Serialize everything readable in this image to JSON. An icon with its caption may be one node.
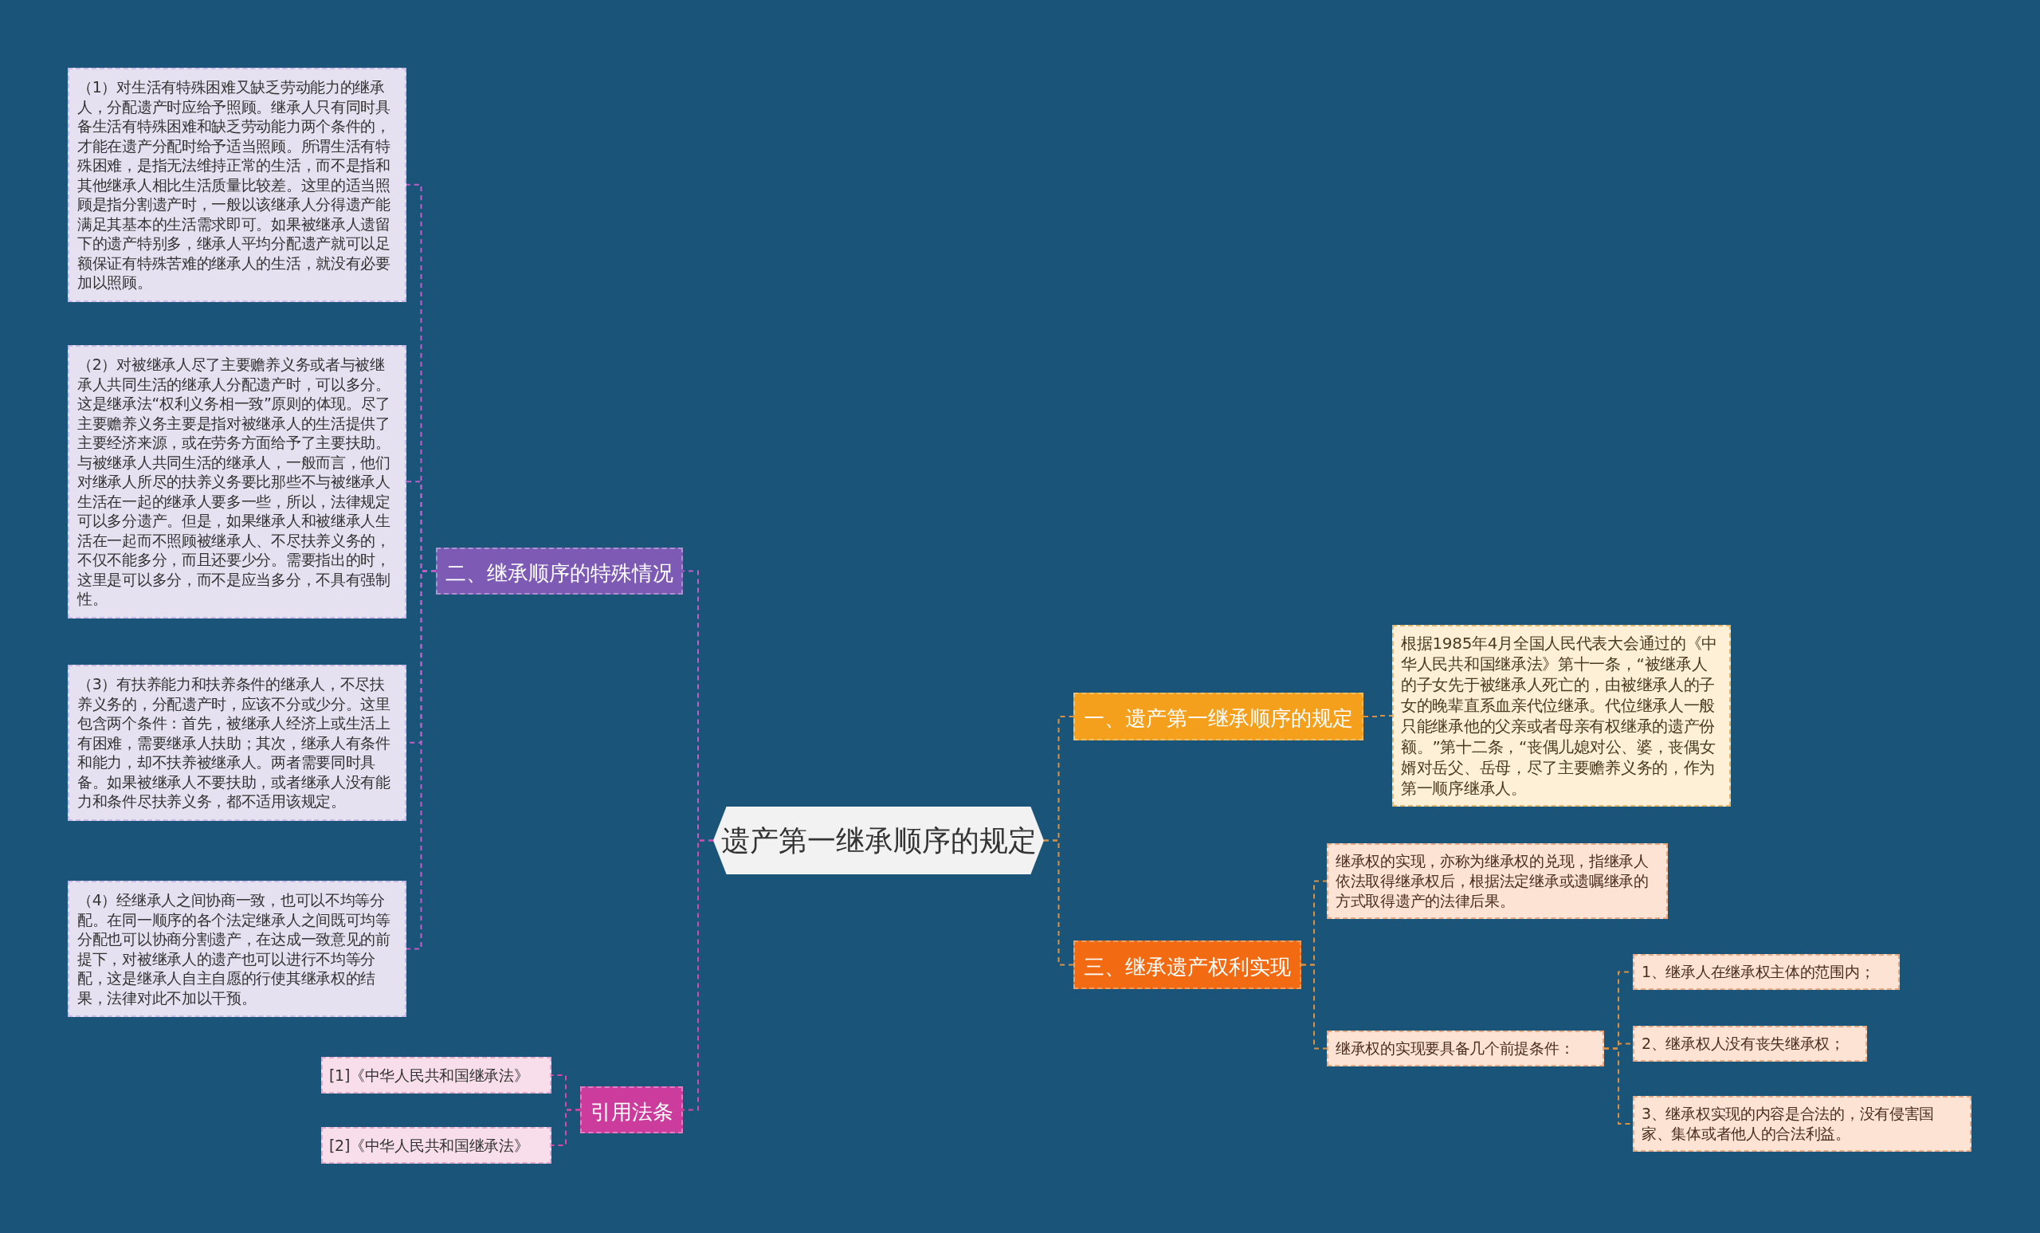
{
  "diagram": {
    "nodes": [
      {
        "text": [
          "遗产第一继承顺序的规定"
        ]
      },
      {
        "text": [
          "一、遗产第一继承顺序的规定"
        ]
      },
      {
        "text": [
          "根据1985年4月全国人民代表大会通过的《中华人民共和国继承法》第十一条，“被继承人的子女先于被继承人死亡的，由被继承人的子女的晚辈直系血亲代位继承。代位继承人一般只能继承他的父亲或者母亲有权继承的遗产份额。”第十二条，“丧偶儿媳对公、婆，丧偶女婿对岳父、岳母，尽了主要赡养义务的，作为第一顺序继承人。"
        ]
      },
      {
        "text": [
          "三、继承遗产权利实现"
        ]
      },
      {
        "text": [
          "继承权的实现，亦称为继承权的兑现，指继承人依法取得继承权后，根据法定继承或遗嘱继承的方式取得遗产的法律后果。"
        ]
      },
      {
        "text": [
          "继承权的实现要具备几个前提条件："
        ]
      },
      {
        "text": [
          "1、继承人在继承权主体的范围内；"
        ]
      },
      {
        "text": [
          "2、继承权人没有丧失继承权；"
        ]
      },
      {
        "text": [
          "3、继承权实现的内容是合法的，没有侵害国家、集体或者他人的合法利益。"
        ]
      },
      {
        "text": [
          "二、继承顺序的特殊情况"
        ]
      },
      {
        "text": [
          "（1）对生活有特殊困难又缺乏劳动能力的继承人，分配遗产时应给予照顾。继承人只有同时具备生活有特殊困难和缺乏劳动能力两个条件的，才能在遗产分配时给予适当照顾。所谓生活有特殊困难，是指无法维持正常的生活，而不是指和其他继承人相比生活质量比较差。这里的适当照顾是指分割遗产时，一般以该继承人分得遗产能满足其基本的生活需求即可。如果被继承人遗留下的遗产特别多，继承人平均分配遗产就可以足额保证有特殊苦难的继承人的生活，就没有必要加以照顾。"
        ]
      },
      {
        "text": [
          "（2）对被继承人尽了主要赡养义务或者与被继承人共同生活的继承人分配遗产时，可以多分。这是继承法“权利义务相一致”原则的体现。尽了主要赡养义务主要是指对被继承人的生活提供了主要经济来源，或在劳务方面给予了主要扶助。与被继承人共同生活的继承人，一般而言，他们对继承人所尽的扶养义务要比那些不与被继承人生活在一起的继承人要多一些，所以，法律规定可以多分遗产。但是，如果继承人和被继承人生活在一起而不照顾被继承人、不尽扶养义务的，不仅不能多分，而且还要少分。需要指出的时，这里是可以多分，而不是应当多分，不具有强制性。"
        ]
      },
      {
        "text": [
          "（3）有扶养能力和扶养条件的继承人，不尽扶养义务的，分配遗产时，应该不分或少分。这里包含两个条件：首先，被继承人经济上或生活上有困难，需要继承人扶助；其次，继承人有条件和能力，却不扶养被继承人。两者需要同时具备。如果被继承人不要扶助，或者继承人没有能力和条件尽扶养义务，都不适用该规定。"
        ]
      },
      {
        "text": [
          "（4）经继承人之间协商一致，也可以不均等分配。在同一顺序的各个法定继承人之间既可均等分配也可以协商分割遗产，在达成一致意见的前提下，对被继承人的遗产也可以进行不均等分配，这是继承人自主自愿的行使其继承权的结果，法律对此不加以干预。"
        ]
      },
      {
        "text": [
          "引用法条"
        ]
      },
      {
        "text": [
          "[1]《中华人民共和国继承法》"
        ]
      },
      {
        "text": [
          "[2]《中华人民共和国继承法》"
        ]
      }
    ],
    "edges": [
      {
        "from": 0,
        "to": 1,
        "arrow": "none",
        "style": "dashed"
      },
      {
        "from": 1,
        "to": 2,
        "arrow": "none",
        "style": "dashed"
      },
      {
        "from": 0,
        "to": 3,
        "arrow": "none",
        "style": "dashed"
      },
      {
        "from": 3,
        "to": 4,
        "arrow": "none",
        "style": "dashed"
      },
      {
        "from": 3,
        "to": 5,
        "arrow": "none",
        "style": "dashed"
      },
      {
        "from": 5,
        "to": 6,
        "arrow": "none",
        "style": "dashed"
      },
      {
        "from": 5,
        "to": 7,
        "arrow": "none",
        "style": "dashed"
      },
      {
        "from": 5,
        "to": 8,
        "arrow": "none",
        "style": "dashed"
      },
      {
        "from": 0,
        "to": 9,
        "arrow": "none",
        "style": "dashed",
        "color": "#c15fc7"
      },
      {
        "from": 9,
        "to": 10,
        "arrow": "none",
        "style": "dashed",
        "color": "#c15fc7"
      },
      {
        "from": 9,
        "to": 11,
        "arrow": "none",
        "style": "dashed",
        "color": "#c15fc7"
      },
      {
        "from": 9,
        "to": 12,
        "arrow": "none",
        "style": "dashed",
        "color": "#c15fc7"
      },
      {
        "from": 9,
        "to": 13,
        "arrow": "none",
        "style": "dashed",
        "color": "#c15fc7"
      },
      {
        "from": 0,
        "to": 14,
        "arrow": "none",
        "style": "dashed",
        "color": "#d94aa8"
      },
      {
        "from": 14,
        "to": 15,
        "arrow": "none",
        "style": "dashed",
        "color": "#d94aa8"
      },
      {
        "from": 14,
        "to": 16,
        "arrow": "none",
        "style": "dashed",
        "color": "#d94aa8"
      }
    ]
  }
}
